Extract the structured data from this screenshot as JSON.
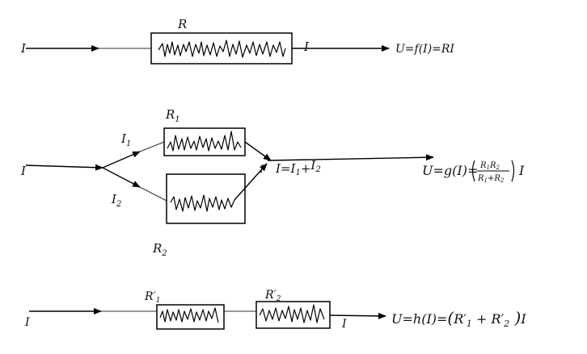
{
  "circuit_series_single": {
    "resistor_label": "R",
    "current_in": "I",
    "current_out": "I",
    "equation": "U=f(I)=RI"
  },
  "circuit_parallel": {
    "r1_label": "R",
    "r1_sub": "1",
    "r2_label": "R",
    "r2_sub": "2",
    "i1_label": "I",
    "i1_sub": "1",
    "i2_label": "I",
    "i2_sub": "2",
    "current_in": "I",
    "junction_current": "I",
    "sum_equation": {
      "lhs": "I=",
      "t1": "I",
      "t1_sub": "1",
      "plus": "+",
      "t2": "I",
      "t2_sub": "2"
    },
    "result_equation": {
      "prefix": "U=g(I)=",
      "num_a": "R",
      "num_a_sub": "1",
      "num_b": "R",
      "num_b_sub": "2",
      "den_a": "R",
      "den_a_sub": "1",
      "den_plus": "+",
      "den_b": "R",
      "den_b_sub": "2",
      "suffix": "I"
    }
  },
  "circuit_series_double": {
    "r1_label": "R′",
    "r1_sub": "1",
    "r2_label": "R′",
    "r2_sub": "2",
    "current_in": "I",
    "current_out": "I",
    "equation": {
      "prefix": "U=h(I)=",
      "t1": "R′",
      "t1_sub": "1",
      "plus": " + R′",
      "t2_sub": "2",
      "suffix": "I"
    }
  }
}
